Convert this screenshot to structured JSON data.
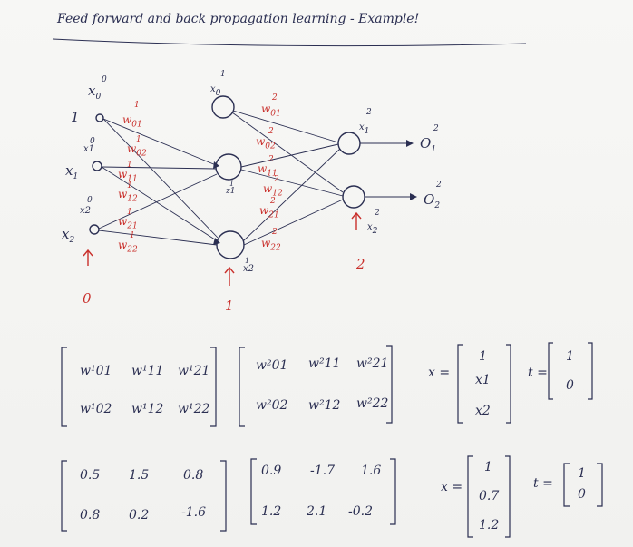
{
  "title": "Feed forward and back propagation learning - Example!",
  "input_layer": {
    "bias_value": "1",
    "bias_symbol": "x",
    "bias_sup": "0",
    "bias_sub": "0",
    "x1_symbol": "x",
    "x1_sub": "1",
    "x1_node_label": "x1",
    "x1_node_sup": "0",
    "x2_symbol": "x",
    "x2_sub": "2",
    "x2_node_label": "x2",
    "x2_node_sup": "0",
    "layer_index": "0"
  },
  "hidden_layer": {
    "bias_symbol": "x",
    "bias_sup": "1",
    "bias_sub": "0",
    "h1_label": "z1",
    "h1_sup": "1",
    "h2_label": "x2",
    "h2_sup": "1",
    "layer_index": "1"
  },
  "output_layer": {
    "x1_label": "x",
    "x1_sup": "2",
    "x1_sub": "1",
    "x2_label": "x",
    "x2_sup": "2",
    "x2_sub": "2",
    "o1": "O",
    "o1_sup": "2",
    "o1_sub": "1",
    "o2": "O",
    "o2_sup": "2",
    "o2_sub": "2",
    "layer_index": "2"
  },
  "weights_layer1": [
    {
      "w": "w",
      "sup": "1",
      "sub": "01"
    },
    {
      "w": "w",
      "sup": "1",
      "sub": "02"
    },
    {
      "w": "w",
      "sup": "1",
      "sub": "11"
    },
    {
      "w": "w",
      "sup": "1",
      "sub": "12"
    },
    {
      "w": "w",
      "sup": "1",
      "sub": "21"
    },
    {
      "w": "w",
      "sup": "1",
      "sub": "22"
    }
  ],
  "weights_layer2": [
    {
      "w": "w",
      "sup": "2",
      "sub": "01"
    },
    {
      "w": "w",
      "sup": "2",
      "sub": "02"
    },
    {
      "w": "w",
      "sup": "2",
      "sub": "11"
    },
    {
      "w": "w",
      "sup": "2",
      "sub": "12"
    },
    {
      "w": "w",
      "sup": "2",
      "sub": "21"
    },
    {
      "w": "w",
      "sup": "2",
      "sub": "22"
    }
  ],
  "symbolic_matrices": {
    "W1": [
      [
        "w¹01",
        "w¹11",
        "w¹21"
      ],
      [
        "w¹02",
        "w¹12",
        "w¹22"
      ]
    ],
    "W2": [
      [
        "w²01",
        "w²11",
        "w²21"
      ],
      [
        "w²02",
        "w²12",
        "w²22"
      ]
    ],
    "x_label": "x =",
    "x": [
      "1",
      "x1",
      "x2"
    ],
    "t_label": "t =",
    "t": [
      "1",
      "0"
    ]
  },
  "numeric_matrices": {
    "W1": [
      [
        "0.5",
        "1.5",
        "0.8"
      ],
      [
        "0.8",
        "0.2",
        "-1.6"
      ]
    ],
    "W2": [
      [
        "0.9",
        "-1.7",
        "1.6"
      ],
      [
        "1.2",
        "2.1",
        "-0.2"
      ]
    ],
    "x_label": "x =",
    "x": [
      "1",
      "0.7",
      "1.2"
    ],
    "t_label": "t =",
    "t": [
      "1",
      "0"
    ]
  },
  "colors": {
    "ink": "#2b2f52",
    "red_ink": "#c9302c",
    "paper": "#f4f4f2"
  }
}
